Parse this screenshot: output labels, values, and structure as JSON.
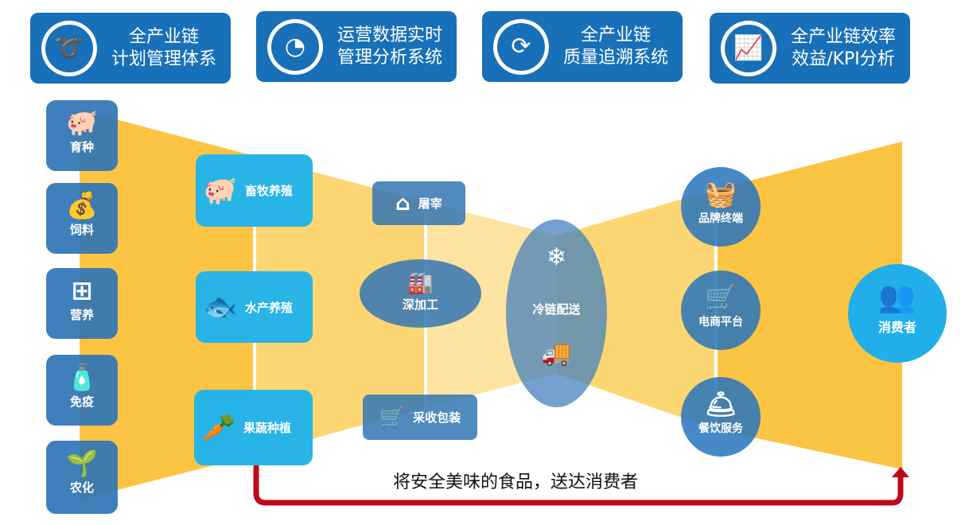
{
  "top_panels": [
    {
      "icon": "chain-arrow-icon",
      "line1": "全产业链",
      "line2": "计划管理体系"
    },
    {
      "icon": "speedometer-icon",
      "line1": "运营数据实时",
      "line2": "管理分析系统"
    },
    {
      "icon": "cycle-arrows-icon",
      "line1": "全产业链",
      "line2": "质量追溯系统"
    },
    {
      "icon": "chart-monitor-icon",
      "line1": "全产业链效率",
      "line2": "效益/KPI分析"
    }
  ],
  "inputs": [
    {
      "icon": "pigs-icon",
      "label": "育种"
    },
    {
      "icon": "feed-bag-icon",
      "label": "饲料"
    },
    {
      "icon": "nutrition-bottle-icon",
      "label": "营养"
    },
    {
      "icon": "vaccine-bottle-icon",
      "label": "免疫"
    },
    {
      "icon": "fertilizer-bag-icon",
      "label": "农化"
    }
  ],
  "production": [
    {
      "icon": "pig-icon",
      "label": "畜牧养殖"
    },
    {
      "icon": "fish-icon",
      "label": "水产养殖"
    },
    {
      "icon": "carrot-icon",
      "label": "果蔬种植"
    }
  ],
  "processing": [
    {
      "icon": "slaughterhouse-icon",
      "label": "屠宰"
    },
    {
      "icon": "factory-icon",
      "label": "深加工"
    },
    {
      "icon": "harvest-cart-icon",
      "label": "采收包装"
    }
  ],
  "logistics": {
    "label": "冷链配送",
    "icons": [
      "snowflake-icon",
      "truck-icon"
    ]
  },
  "channels": [
    {
      "icon": "basket-icon",
      "label": "品牌终端"
    },
    {
      "icon": "ecommerce-cart-icon",
      "label": "电商平台"
    },
    {
      "icon": "food-cloche-icon",
      "label": "餐饮服务"
    }
  ],
  "consumer": {
    "icon": "people-icon",
    "label": "消费者"
  },
  "slogan": "将安全美味的食品，送达消费者",
  "colors": {
    "top": "#1870B8",
    "funnel_dark": "#FCC443",
    "funnel_mid": "#FCD672",
    "funnel_light": "#FDE4A0",
    "arrow": "#C0081A",
    "cyan": "#29B4E7"
  }
}
